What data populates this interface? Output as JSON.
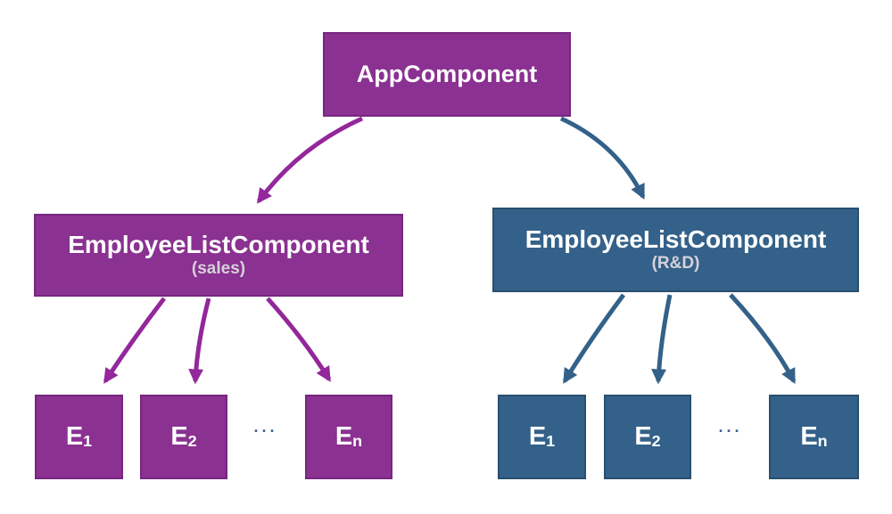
{
  "colors": {
    "background": "#ffffff",
    "purple": "#8a3191",
    "purple_border": "#77267f",
    "blue": "#336189",
    "blue_border": "#2a4f6e",
    "arrow_purple": "#93279b",
    "arrow_blue": "#336189",
    "title_text": "#ffffff",
    "subtitle_text": "#d6d2d9",
    "ellipsis": "#41629a"
  },
  "diagram": {
    "root": {
      "label": "AppComponent"
    },
    "branches": [
      {
        "label": "EmployeeListComponent",
        "sublabel": "(sales)",
        "theme": "purple",
        "ellipsis": "···",
        "children": [
          {
            "base": "E",
            "sub": "1"
          },
          {
            "base": "E",
            "sub": "2"
          },
          {
            "base": "E",
            "sub": "n"
          }
        ]
      },
      {
        "label": "EmployeeListComponent",
        "sublabel": "(R&D)",
        "theme": "blue",
        "ellipsis": "···",
        "children": [
          {
            "base": "E",
            "sub": "1"
          },
          {
            "base": "E",
            "sub": "2"
          },
          {
            "base": "E",
            "sub": "n"
          }
        ]
      }
    ]
  }
}
